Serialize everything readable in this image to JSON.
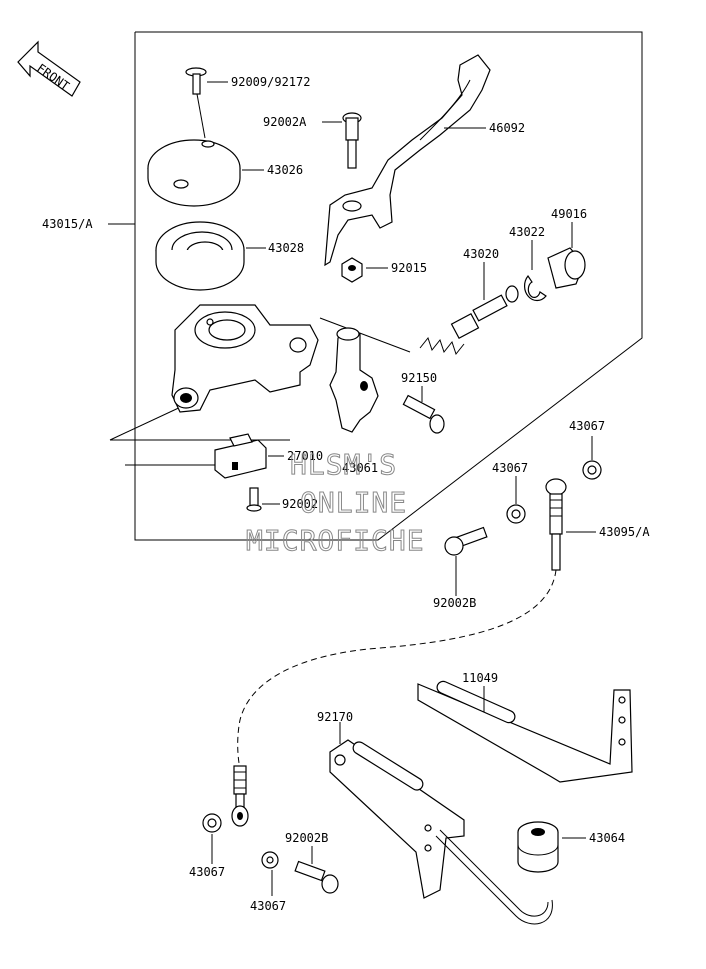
{
  "front_arrow": "FRONT",
  "labels": {
    "screw_top": "92009/92172",
    "bolt_pivot": "92002A",
    "lever": "46092",
    "cap": "43026",
    "master_cylinder": "43015/A",
    "diaphragm": "43028",
    "nut": "92015",
    "piston": "43020",
    "circlip": "43022",
    "boot": "49016",
    "clamp_bolt": "92150",
    "switch": "27010",
    "clamp": "43061",
    "switch_screw": "92002",
    "washer_top": "43067",
    "washer_mid": "43067",
    "hose": "43095/A",
    "banjo_bolt_top": "92002B",
    "stay": "11049",
    "bracket": "92170",
    "damper": "43064",
    "banjo_bolt_bottom": "92002B",
    "washer_bottom_left": "43067",
    "washer_bottom_mid": "43067"
  },
  "watermark": [
    "HLSM'S",
    "ONLINE",
    "MICROFICHE"
  ]
}
